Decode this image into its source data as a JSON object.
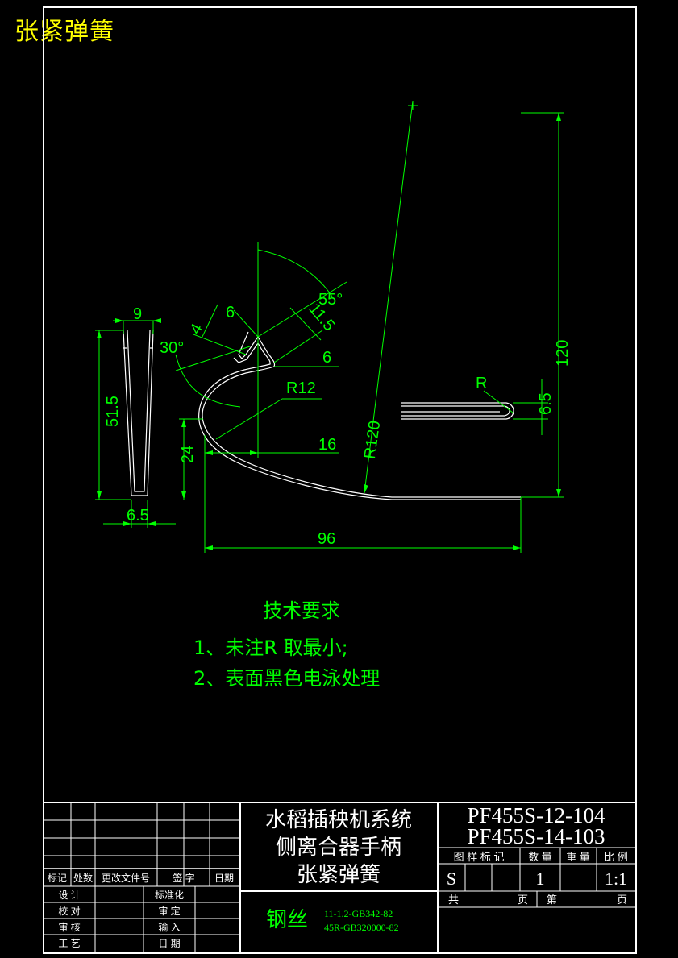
{
  "header_title": "张紧弹簧",
  "dimensions": {
    "d9": "9",
    "d51_5": "51.5",
    "d6_5_bottom": "6.5",
    "d6_top": "6",
    "d55deg": "55°",
    "d11_5": "11.5",
    "d30deg": "30°",
    "d4": "4",
    "d6_right": "6",
    "r12": "R12",
    "d16": "16",
    "d24": "24",
    "r120": "R120",
    "d96": "96",
    "d120": "120",
    "r_small": "R",
    "d6_5_right": "6.5"
  },
  "notes": {
    "heading": "技术要求",
    "line1": "1、未注R 取最小;",
    "line2": "2、表面黑色电泳处理"
  },
  "title_block": {
    "name_line1": "水稻插秧机系统",
    "name_line2": "侧离合器手柄",
    "name_line3": "张紧弹簧",
    "drawing_no_1": "PF455S-12-104",
    "drawing_no_2": "PF455S-14-103",
    "col_mark": "图 样 标 记",
    "col_qty": "数 量",
    "col_weight": "重 量",
    "col_scale": "比 例",
    "mark_value": "S",
    "qty_value": "1",
    "scale_value": "1:1",
    "total": "共",
    "page": "页",
    "sheet_no": "第",
    "page2": "页",
    "material": "钢丝",
    "spec1": "11-1.2-GB342-82",
    "spec2": "45R-GB320000-82",
    "rev_headers": [
      "标记",
      "处数",
      "更改文件号",
      "签 字",
      "日期"
    ],
    "row_design": "设 计",
    "row_standard": "标准化",
    "row_check": "校 对",
    "row_review": "审 定",
    "row_audit": "审 核",
    "row_input": "输 入",
    "row_process": "工 艺",
    "row_date": "日 期"
  },
  "colors": {
    "line": "#ffffff",
    "dim": "#00ff00",
    "title": "#ffff00",
    "bg": "#000000"
  }
}
